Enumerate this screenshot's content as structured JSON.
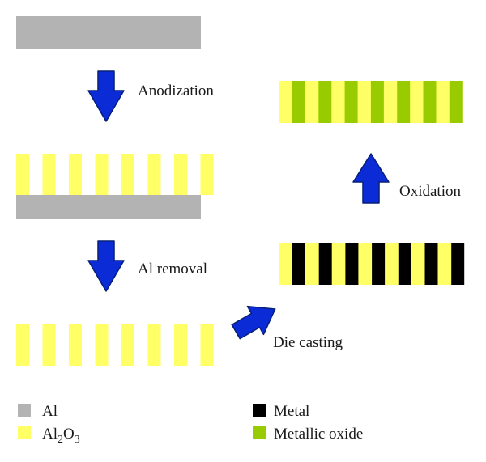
{
  "colors": {
    "al": "#b3b3b3",
    "al2o3": "#ffff66",
    "metal": "#000000",
    "metallic_oxide": "#99cc00",
    "arrow_fill": "#0a2bd6",
    "arrow_stroke": "#071f78"
  },
  "steps": {
    "anodization": "Anodization",
    "al_removal": "Al removal",
    "die_casting": "Die casting",
    "oxidation": "Oxidation"
  },
  "legend": {
    "al": "Al",
    "al2o3_main": "Al",
    "al2o3_sub1": "2",
    "al2o3_mid": "O",
    "al2o3_sub2": "3",
    "metal": "Metal",
    "metallic_oxide": "Metallic oxide"
  }
}
